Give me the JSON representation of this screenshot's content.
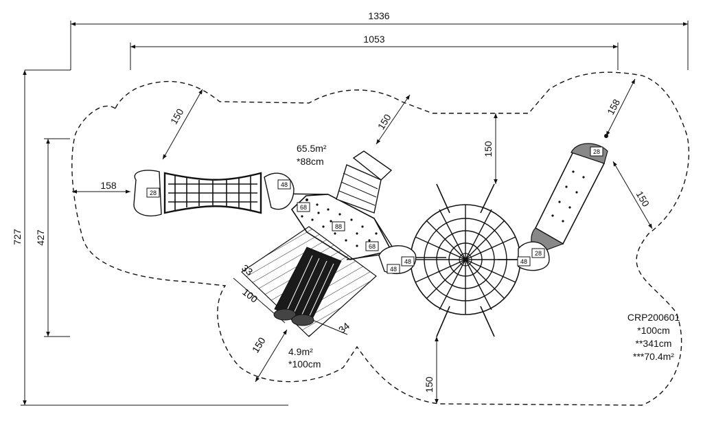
{
  "dimensions": {
    "overall_width": "1336",
    "equipment_width": "1053",
    "overall_height": "727",
    "equipment_height": "427",
    "left_clearance": "158",
    "top_left_clearance": "150",
    "top_mid_clearance": "150",
    "top_right_clearance": "150",
    "right_top_clearance": "158",
    "right_clearance": "150",
    "bottom_clearance": "150",
    "slide_clearance": "150",
    "slide_width_a": "33",
    "slide_width_b": "100",
    "slide_width_c": "34"
  },
  "zones": {
    "main_area": "65.5m²",
    "main_height": "*88cm",
    "slide_area": "4.9m²",
    "slide_height": "*100cm"
  },
  "platform_tags": [
    "28",
    "48",
    "68",
    "88",
    "68",
    "48",
    "48",
    "48",
    "28",
    "28"
  ],
  "specs": {
    "model": "CRP200601",
    "free_height": "*100cm",
    "fall_height": "**341cm",
    "safety_area": "***70.4m²"
  }
}
